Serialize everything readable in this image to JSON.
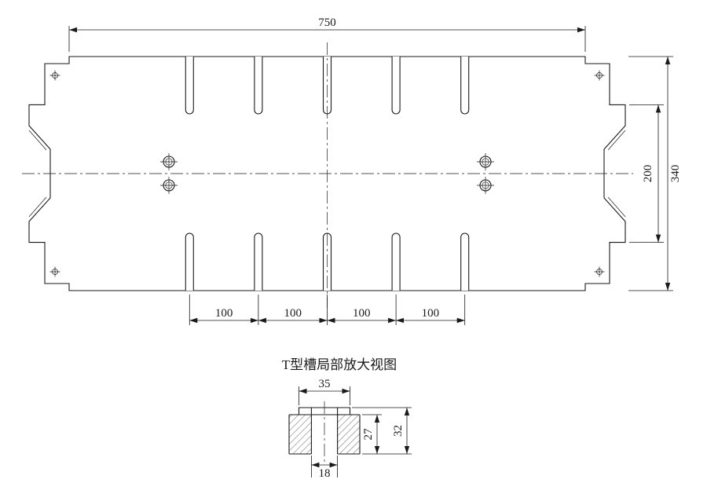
{
  "meta": {
    "background_color": "#ffffff",
    "line_color": "#1a1a1a",
    "drawing_type": "engineering-drawing"
  },
  "main_view": {
    "dim_width": "750",
    "dim_height": "340",
    "dim_inner_height": "200",
    "slot_pitches": [
      "100",
      "100",
      "100",
      "100"
    ]
  },
  "detail_view": {
    "title": "T型槽局部放大视图",
    "dim_top_width": "35",
    "dim_slot_width": "18",
    "dim_depth": "27",
    "dim_total_depth": "32"
  }
}
